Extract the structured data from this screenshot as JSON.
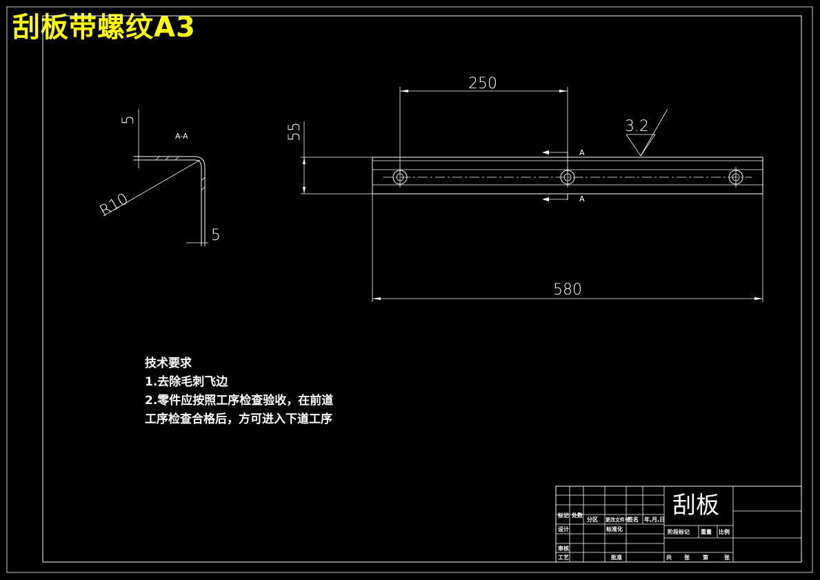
{
  "drawing": {
    "title": "刮板带螺纹A3"
  },
  "section_view": {
    "label": "A-A",
    "dim_top": "5",
    "dim_bottom": "5",
    "radius": "R10"
  },
  "main_view": {
    "dim_pitch": "250",
    "dim_height": "55",
    "dim_length": "580",
    "roughness": "3.2",
    "section_mark_top": "A",
    "section_mark_bottom": "A"
  },
  "technical_requirements": {
    "heading": "技术要求",
    "items": [
      "1.去除毛刺飞边",
      "2.零件应按照工序检查验收，在前道",
      "工序检查合格后，方可进入下道工序"
    ]
  },
  "title_block": {
    "part_name": "刮板",
    "labels": {
      "mark": "标记",
      "count": "处数",
      "zone": "分区",
      "change_doc": "更改文件号",
      "signature": "签名",
      "date": "年,月,日",
      "design": "设计",
      "standardize": "标准化",
      "stage_mark": "阶段标记",
      "weight": "重量",
      "scale": "比例",
      "review": "审核",
      "process": "工艺",
      "approve": "批准",
      "total": "共",
      "sheets": "张",
      "page": "第",
      "sheet_of": "张"
    }
  }
}
